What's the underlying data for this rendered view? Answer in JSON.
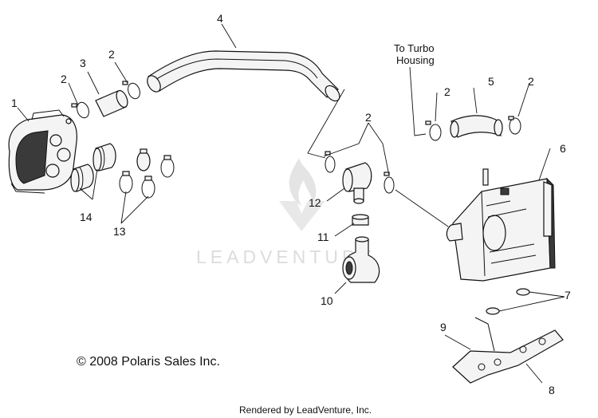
{
  "callouts": {
    "c1": "1",
    "c2a": "2",
    "c2b": "2",
    "c2c": "2",
    "c2d": "2",
    "c2e": "2",
    "c3": "3",
    "c4": "4",
    "c5": "5",
    "c6": "6",
    "c7": "7",
    "c8": "8",
    "c9": "9",
    "c10": "10",
    "c11": "11",
    "c12": "12",
    "c13": "13",
    "c14": "14"
  },
  "notes": {
    "to_turbo_line1": "To Turbo",
    "to_turbo_line2": "Housing"
  },
  "copyright": "© 2008 Polaris Sales Inc.",
  "rendered_by": "Rendered by LeadVenture, Inc.",
  "watermark": "LEADVENTURE"
}
